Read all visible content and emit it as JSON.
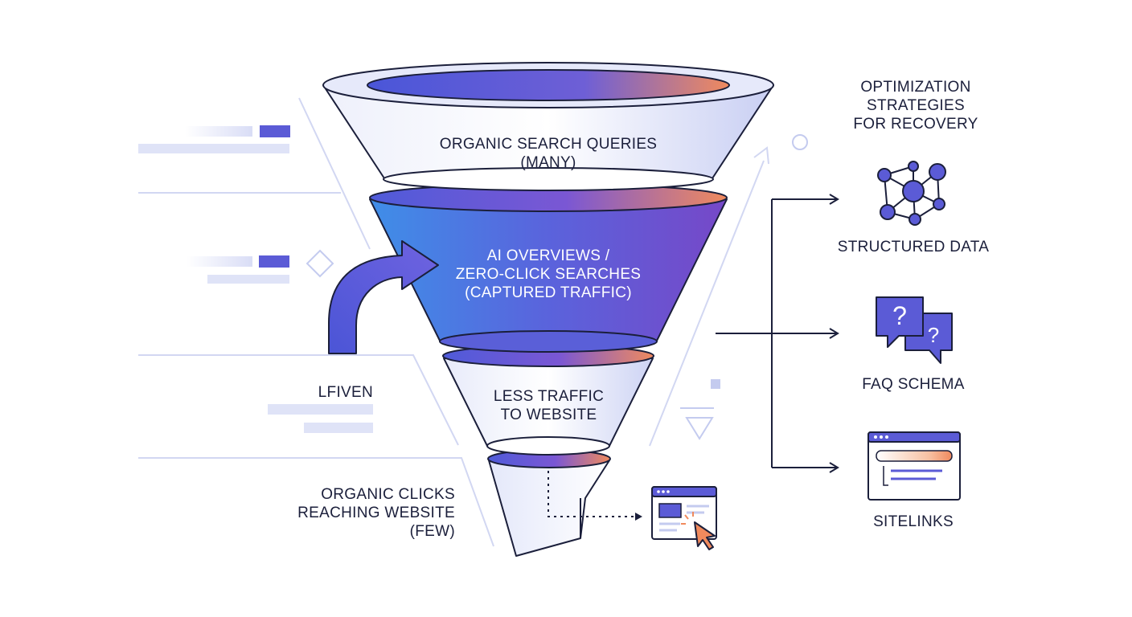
{
  "funnel": {
    "stages": [
      {
        "line1": "ORGANIC SEARCH QUERIES",
        "line2": "(MANY)"
      },
      {
        "line1": "AI OVERVIEWS /",
        "line2": "ZERO-CLICK SEARCHES",
        "line3": "(CAPTURED TRAFFIC)"
      },
      {
        "line1": "LESS TRAFFIC",
        "line2": "TO WEBSITE"
      }
    ]
  },
  "left_labels": {
    "lfiven": "LFIVEN",
    "organic_clicks": {
      "line1": "ORGANIC CLICKS",
      "line2": "REACHING WEBSITE",
      "line3": "(FEW)"
    }
  },
  "strategies": {
    "title": {
      "line1": "OPTIMIZATION",
      "line2": "STRATEGIES",
      "line3": "FOR RECOVERY"
    },
    "items": [
      {
        "label": "STRUCTURED DATA",
        "icon": "network-nodes-icon"
      },
      {
        "label": "FAQ SCHEMA",
        "icon": "question-chat-bubbles-icon"
      },
      {
        "label": "SITELINKS",
        "icon": "browser-window-icon"
      }
    ]
  },
  "faq_icon": {
    "q1": "?",
    "q2": "?"
  },
  "colors": {
    "ink": "#1b1f3b",
    "accent_blue": "#5b5bd6",
    "accent_purple": "#7a4fd0",
    "accent_orange": "#f08a5d",
    "light_blue": "#dfe3f7"
  }
}
